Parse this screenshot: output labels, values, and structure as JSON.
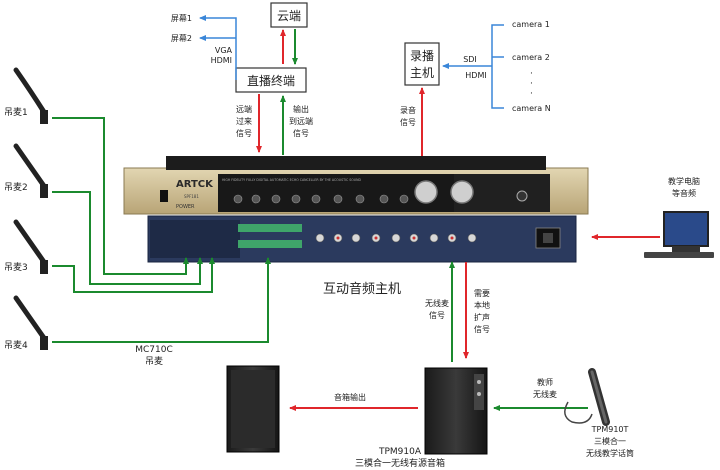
{
  "colors": {
    "red": "#e0262b",
    "green": "#1b8a2e",
    "blue": "#3a86d8",
    "panel": "#c9b98e",
    "rear": "#2b3a5e"
  },
  "boxes": {
    "cloud": "云端",
    "broadcast": "直播终端",
    "recorder_line1": "录播",
    "recorder_line2": "主机"
  },
  "screens": {
    "screen1": "屏幕1",
    "screen2": "屏幕2",
    "vga": "VGA",
    "hdmi": "HDMI"
  },
  "recorder_inputs": {
    "sdi": "SDI",
    "hdmi": "HDMI",
    "cameras": [
      "camera 1",
      "camera 2",
      "camera N"
    ],
    "dots": "·"
  },
  "signals": {
    "remote_in": [
      "远端",
      "过来",
      "信号"
    ],
    "output_remote": [
      "输出",
      "到远端",
      "信号"
    ],
    "record": [
      "录音",
      "信号"
    ],
    "wireless_mic": [
      "无线麦",
      "信号"
    ],
    "local_amp": [
      "需要",
      "本地",
      "扩声",
      "信号"
    ]
  },
  "mics": [
    "吊麦1",
    "吊麦2",
    "吊麦3",
    "吊麦4"
  ],
  "mic_model": [
    "MC710C",
    "吊麦"
  ],
  "device": {
    "brand": "ARTCK",
    "model_code": "SPF181",
    "power": "POWER",
    "name": "互动音频主机",
    "header_text": "HIGH FIDELITY FULLY DIGITAL AUTOMATIC ECHO CANCELLER BY THE ACOUSTIC SOUND"
  },
  "pc": [
    "教学电脑",
    "等音频"
  ],
  "speakers": {
    "out_label": "音箱输出",
    "active_model": [
      "TPM910A",
      "三模合一无线有源音箱"
    ],
    "teacher_label": [
      "教师",
      "无线麦"
    ],
    "mic_model": [
      "TPM910T",
      "三模合一",
      "无线教学话筒"
    ]
  }
}
